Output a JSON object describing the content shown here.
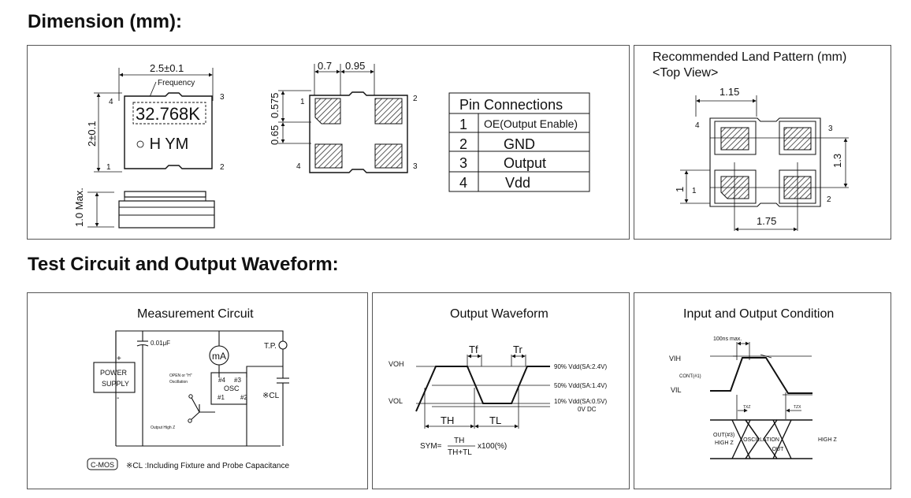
{
  "sections": {
    "dimension_title": "Dimension (mm):",
    "test_title": "Test Circuit and Output Waveform:"
  },
  "dimension": {
    "width_label": "2.5±0.1",
    "frequency_label": "Frequency",
    "marking_freq": "32.768K",
    "marking_code": "○ H YM",
    "height_label": "2±0.1",
    "thickness_label": "1.0 Max.",
    "pins": {
      "p1": "1",
      "p2": "2",
      "p3": "3",
      "p4": "4"
    },
    "pad_dim_a": "0.7",
    "pad_dim_b": "0.95",
    "pad_dim_c": "0.575",
    "pad_dim_d": "0.65"
  },
  "pin_table": {
    "title": "Pin Connections",
    "rows": [
      {
        "num": "1",
        "name": "OE(Output Enable)"
      },
      {
        "num": "2",
        "name": "GND"
      },
      {
        "num": "3",
        "name": "Output"
      },
      {
        "num": "4",
        "name": "Vdd"
      }
    ]
  },
  "land_pattern": {
    "title": "Recommended Land Pattern (mm)",
    "subtitle": "<Top View>",
    "dim_top": "1.15",
    "dim_bottom": "1.75",
    "dim_right": "1.3",
    "dim_left": "1"
  },
  "measurement": {
    "title": "Measurement Circuit",
    "cap_label": "0.01μF",
    "ammeter": "mA",
    "tp_label": "T.P.",
    "power_supply_1": "POWER",
    "power_supply_2": "SUPPLY",
    "plus": "+",
    "minus": "-",
    "open_label_1": "OPEN or \"H\"",
    "open_label_2": "Oscillation",
    "osc": "OSC",
    "pin4": "#4",
    "pin3": "#3",
    "pin1": "#1",
    "pin2": "#2",
    "cl": "※CL",
    "output_high_z": "Output High Z",
    "cmos": "C-MOS",
    "note": "※CL :Including Fixture and Probe Capacitance"
  },
  "waveform": {
    "title": "Output Waveform",
    "tf": "Tf",
    "tr": "Tr",
    "voh": "VOH",
    "vol": "VOL",
    "lvl90": "90% Vdd(SA:2.4V)",
    "lvl50": "50% Vdd(SA:1.4V)",
    "lvl10": "10% Vdd(SA:0.5V)",
    "lvl0": "0V DC",
    "th": "TH",
    "tl": "TL",
    "sym": "SYM=",
    "frac_num": "TH",
    "frac_den": "TH+TL",
    "sym_tail": "x100(%)"
  },
  "io_condition": {
    "title": "Input and Output Condition",
    "max_label": "100ns max.",
    "vih": "VIH",
    "cont": "CONT(#1)",
    "vil": "VIL",
    "txz": "TXZ",
    "tzx": "TZX",
    "out_1": "OUT(#3)",
    "out_2": "HIGH  Z",
    "osc_1": "OSCILLATION",
    "osc_2": "OUT",
    "high_z": "HIGH  Z"
  }
}
